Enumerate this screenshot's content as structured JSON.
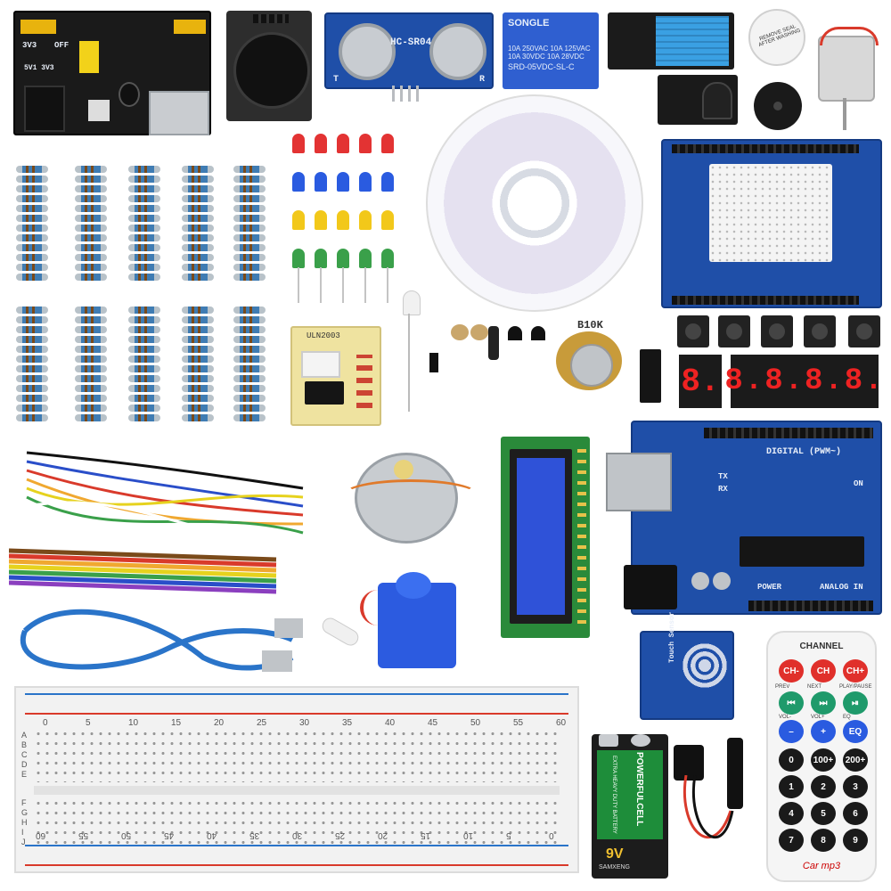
{
  "power_module": {
    "label_3v3": "3V3",
    "label_off": "OFF",
    "label_voltage": "5V1 3V3"
  },
  "ultrasonic": {
    "model": "HC-SR04",
    "pin_t": "T",
    "pin_r": "R"
  },
  "relay": {
    "brand": "SONGLE",
    "rating_line1": "10A 250VAC 10A 125VAC",
    "rating_line2": "10A 30VDC 10A 28VDC",
    "model": "SRD-05VDC-SL-C"
  },
  "buzzer_label": "REMOVE SEAL AFTER WASHING",
  "potentiometer_label": "B10K",
  "stepper_driver_label": "ULN2003",
  "arduino": {
    "digital_label": "DIGITAL (PWM~)",
    "power_label": "POWER",
    "analog_label": "ANALOG IN",
    "on_label": "ON",
    "tx_label": "TX",
    "rx_label": "RX"
  },
  "touch_sensor_label": "Touch Sensor",
  "battery": {
    "brand": "POWERFULCELL",
    "type": "EXTRA HEAVY DUTY BATTERY",
    "voltage": "9V",
    "maker": "SAMXENG"
  },
  "remote": {
    "title": "CHANNEL",
    "top_labels": [
      "CH-",
      "CH",
      "CH+"
    ],
    "nav_labels": [
      "PREV",
      "NEXT",
      "PLAY/PAUSE"
    ],
    "vol_labels": [
      "VOL-",
      "VOL+",
      "EQ"
    ],
    "row3": [
      "–",
      "+",
      "EQ"
    ],
    "row4": [
      "0",
      "100+",
      "200+"
    ],
    "row5": [
      "1",
      "2",
      "3"
    ],
    "row6": [
      "4",
      "5",
      "6"
    ],
    "row7": [
      "7",
      "8",
      "9"
    ],
    "brand": "Car mp3"
  },
  "breadboard": {
    "top_numbers": [
      "0",
      "5",
      "10",
      "15",
      "20",
      "25",
      "30",
      "35",
      "40",
      "45",
      "50",
      "55",
      "60"
    ],
    "bottom_numbers": [
      "60",
      "55",
      "50",
      "45",
      "40",
      "35",
      "30",
      "25",
      "20",
      "15",
      "10",
      "5",
      "0"
    ],
    "letters_top": [
      "A",
      "B",
      "C",
      "D",
      "E"
    ],
    "letters_bottom": [
      "F",
      "G",
      "H",
      "I",
      "J"
    ]
  },
  "seven_seg_single": "8.",
  "seven_seg_quad": "8.8.8.8.",
  "colors": {
    "pcb_blue": "#1f4fa8",
    "pcb_dark": "#1a1a1a",
    "lcd_blue": "#2f52d8",
    "wire_red": "#d93a2b",
    "usb_blue": "#2a74c9"
  }
}
